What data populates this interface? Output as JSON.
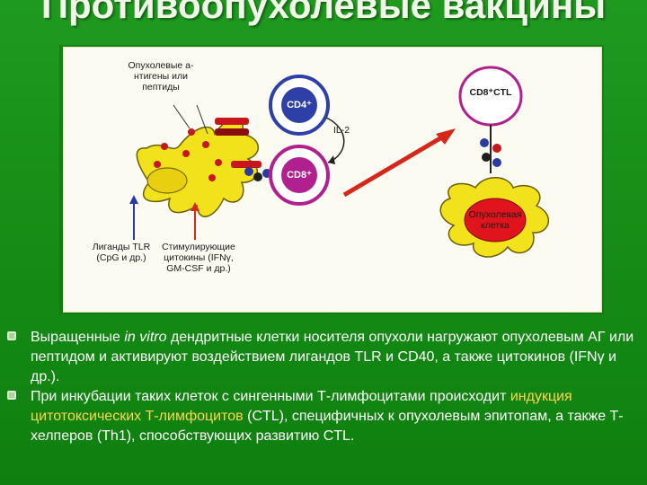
{
  "slide": {
    "title": "Противоопухолевые вакцины"
  },
  "figure": {
    "label_antigens": "Опухолевые а-нтигены или пептиды",
    "label_cd4": "CD4⁺",
    "label_il2": "IL-2",
    "label_cd8": "CD8⁺",
    "label_cd8ctl": "CD8⁺CTL",
    "label_tumor_cell": "Опухолевая клетка",
    "label_tlr_ligands": "Лиганды TLR (CpG и др.)",
    "label_stim_cytokines": "Стимулирующие цитокины (IFNγ, GM-CSF и др.)",
    "colors": {
      "dendritic_cell": "#f2e21c",
      "tumor_cell": "#f2e21c",
      "cd4_nucleus": "#2f3fa8",
      "cd8_nucleus": "#b0208e",
      "arrow_red": "#d5281a",
      "antigen_red": "#c8161c"
    }
  },
  "bullets": [
    {
      "pre": "Выращенные ",
      "italic": "in vitro",
      "post": " дендритные клетки носителя опухоли нагружают опухолевым АГ или пептидом и активируют воздействием лигандов TLR и CD40, а также цитокинов (IFNγ и др.)."
    },
    {
      "pre": "При инкубации таких клеток с сингенными Т-лимфоцитами происходит ",
      "highlight": "индукция цитотоксических Т-лимфоцитов",
      "post": " (CTL), специфичных к опухолевым эпитопам, а также Т-хелперов (Th1), способствующих развитию CTL."
    }
  ]
}
